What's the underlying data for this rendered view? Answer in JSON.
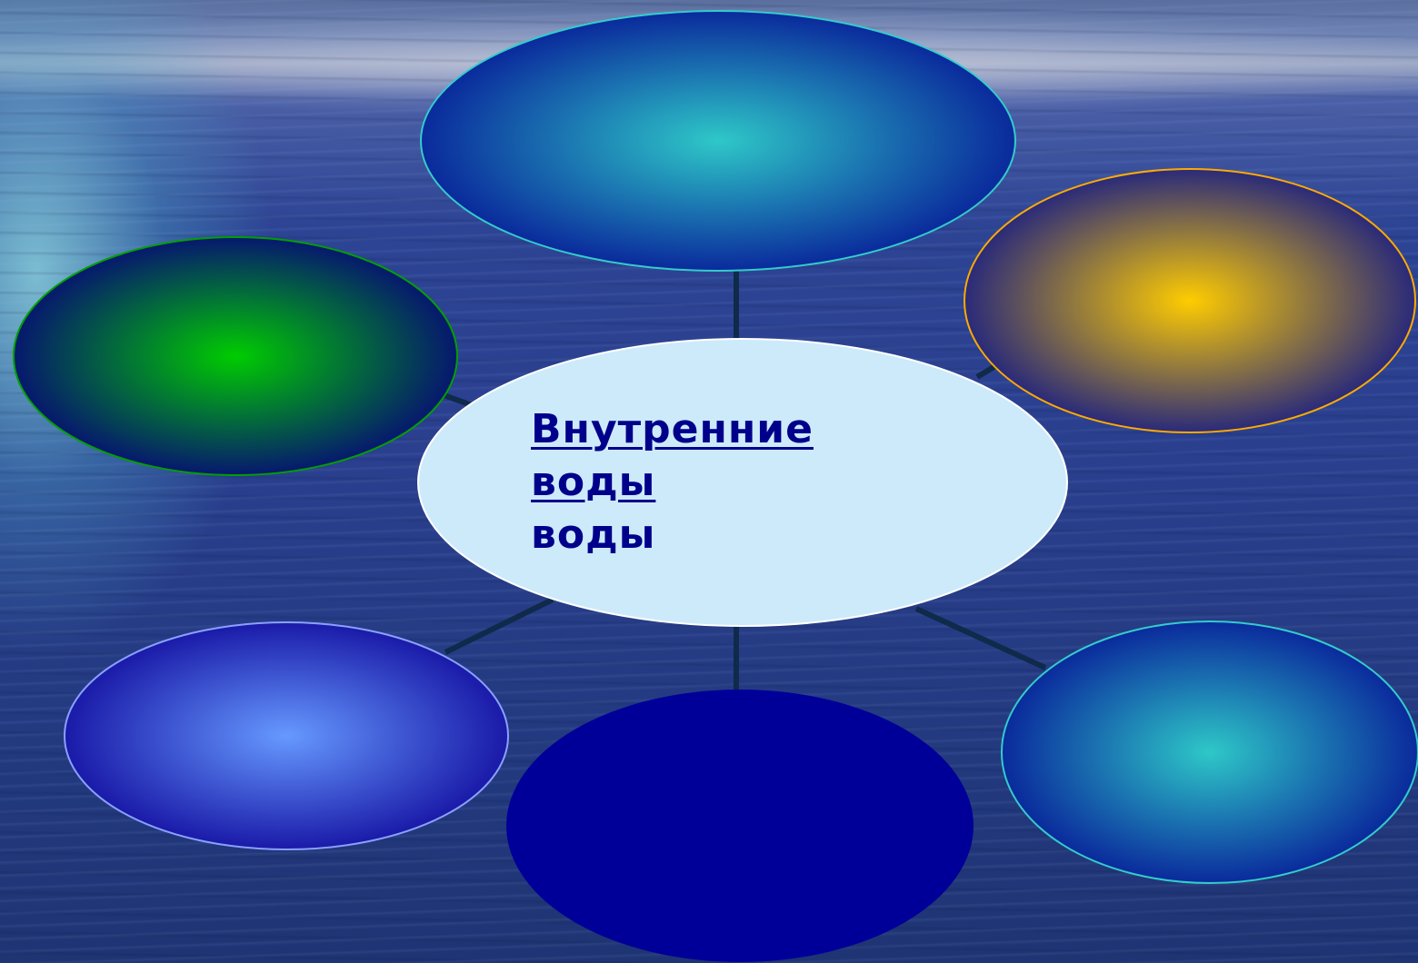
{
  "diagram": {
    "type": "concept-map",
    "center": {
      "title": "Внутренние\nводы",
      "subtitle": "воды",
      "fill": "#cdeafa"
    },
    "nodes": [
      {
        "id": "top",
        "fill_center": "#2ec8c8",
        "fill_edge": "#0a2a9c",
        "stroke": "#33cccc"
      },
      {
        "id": "left",
        "fill_center": "#00cc00",
        "fill_edge": "#06186e",
        "stroke": "#00a000"
      },
      {
        "id": "right",
        "fill_center": "#ffcc00",
        "fill_edge": "#2a2a7a",
        "stroke": "#ffaa00"
      },
      {
        "id": "bottom-left",
        "fill_center": "#6699ff",
        "fill_edge": "#1a1aa8",
        "stroke": "#8aa0ff"
      },
      {
        "id": "bottom-center",
        "fill_center": "#000099",
        "fill_edge": "#000099",
        "stroke": "#000099"
      },
      {
        "id": "bottom-right",
        "fill_center": "#2ec8c8",
        "fill_edge": "#0a2a9c",
        "stroke": "#33cccc"
      }
    ],
    "connector_color": "#0f2a4a"
  }
}
